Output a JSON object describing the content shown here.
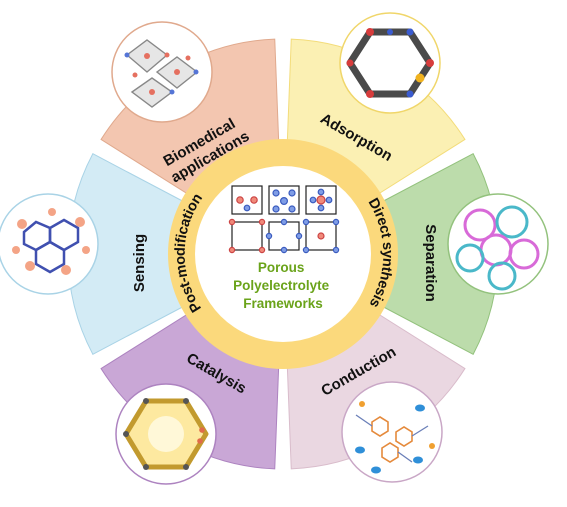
{
  "center": {
    "title_lines": [
      "Porous",
      "Polyelectrolyte",
      "Frameworks"
    ]
  },
  "ring": {
    "left_label": "Post-modification",
    "right_label": "Direct synthesis"
  },
  "segments": [
    {
      "id": "biomedical",
      "label_lines": [
        "Biomedical",
        "applications"
      ],
      "color": "#f3c6b0",
      "border": "#e0a98d"
    },
    {
      "id": "adsorption",
      "label_lines": [
        "Adsorption"
      ],
      "color": "#fbf0b3",
      "border": "#f3dc7a"
    },
    {
      "id": "separation",
      "label_lines": [
        "Separation"
      ],
      "color": "#bcdcab",
      "border": "#93c27d"
    },
    {
      "id": "conduction",
      "label_lines": [
        "Conduction"
      ],
      "color": "#ead7e1",
      "border": "#d9bccb"
    },
    {
      "id": "catalysis",
      "label_lines": [
        "Catalysis"
      ],
      "color": "#c9a7d6",
      "border": "#ad83c0"
    },
    {
      "id": "sensing",
      "label_lines": [
        "Sensing"
      ],
      "color": "#d3ebf5",
      "border": "#a9d3e6"
    }
  ],
  "colors": {
    "ring_fill": "#fbd97c",
    "core_fill": "#ffffff",
    "core_text": "#6aa31a"
  }
}
